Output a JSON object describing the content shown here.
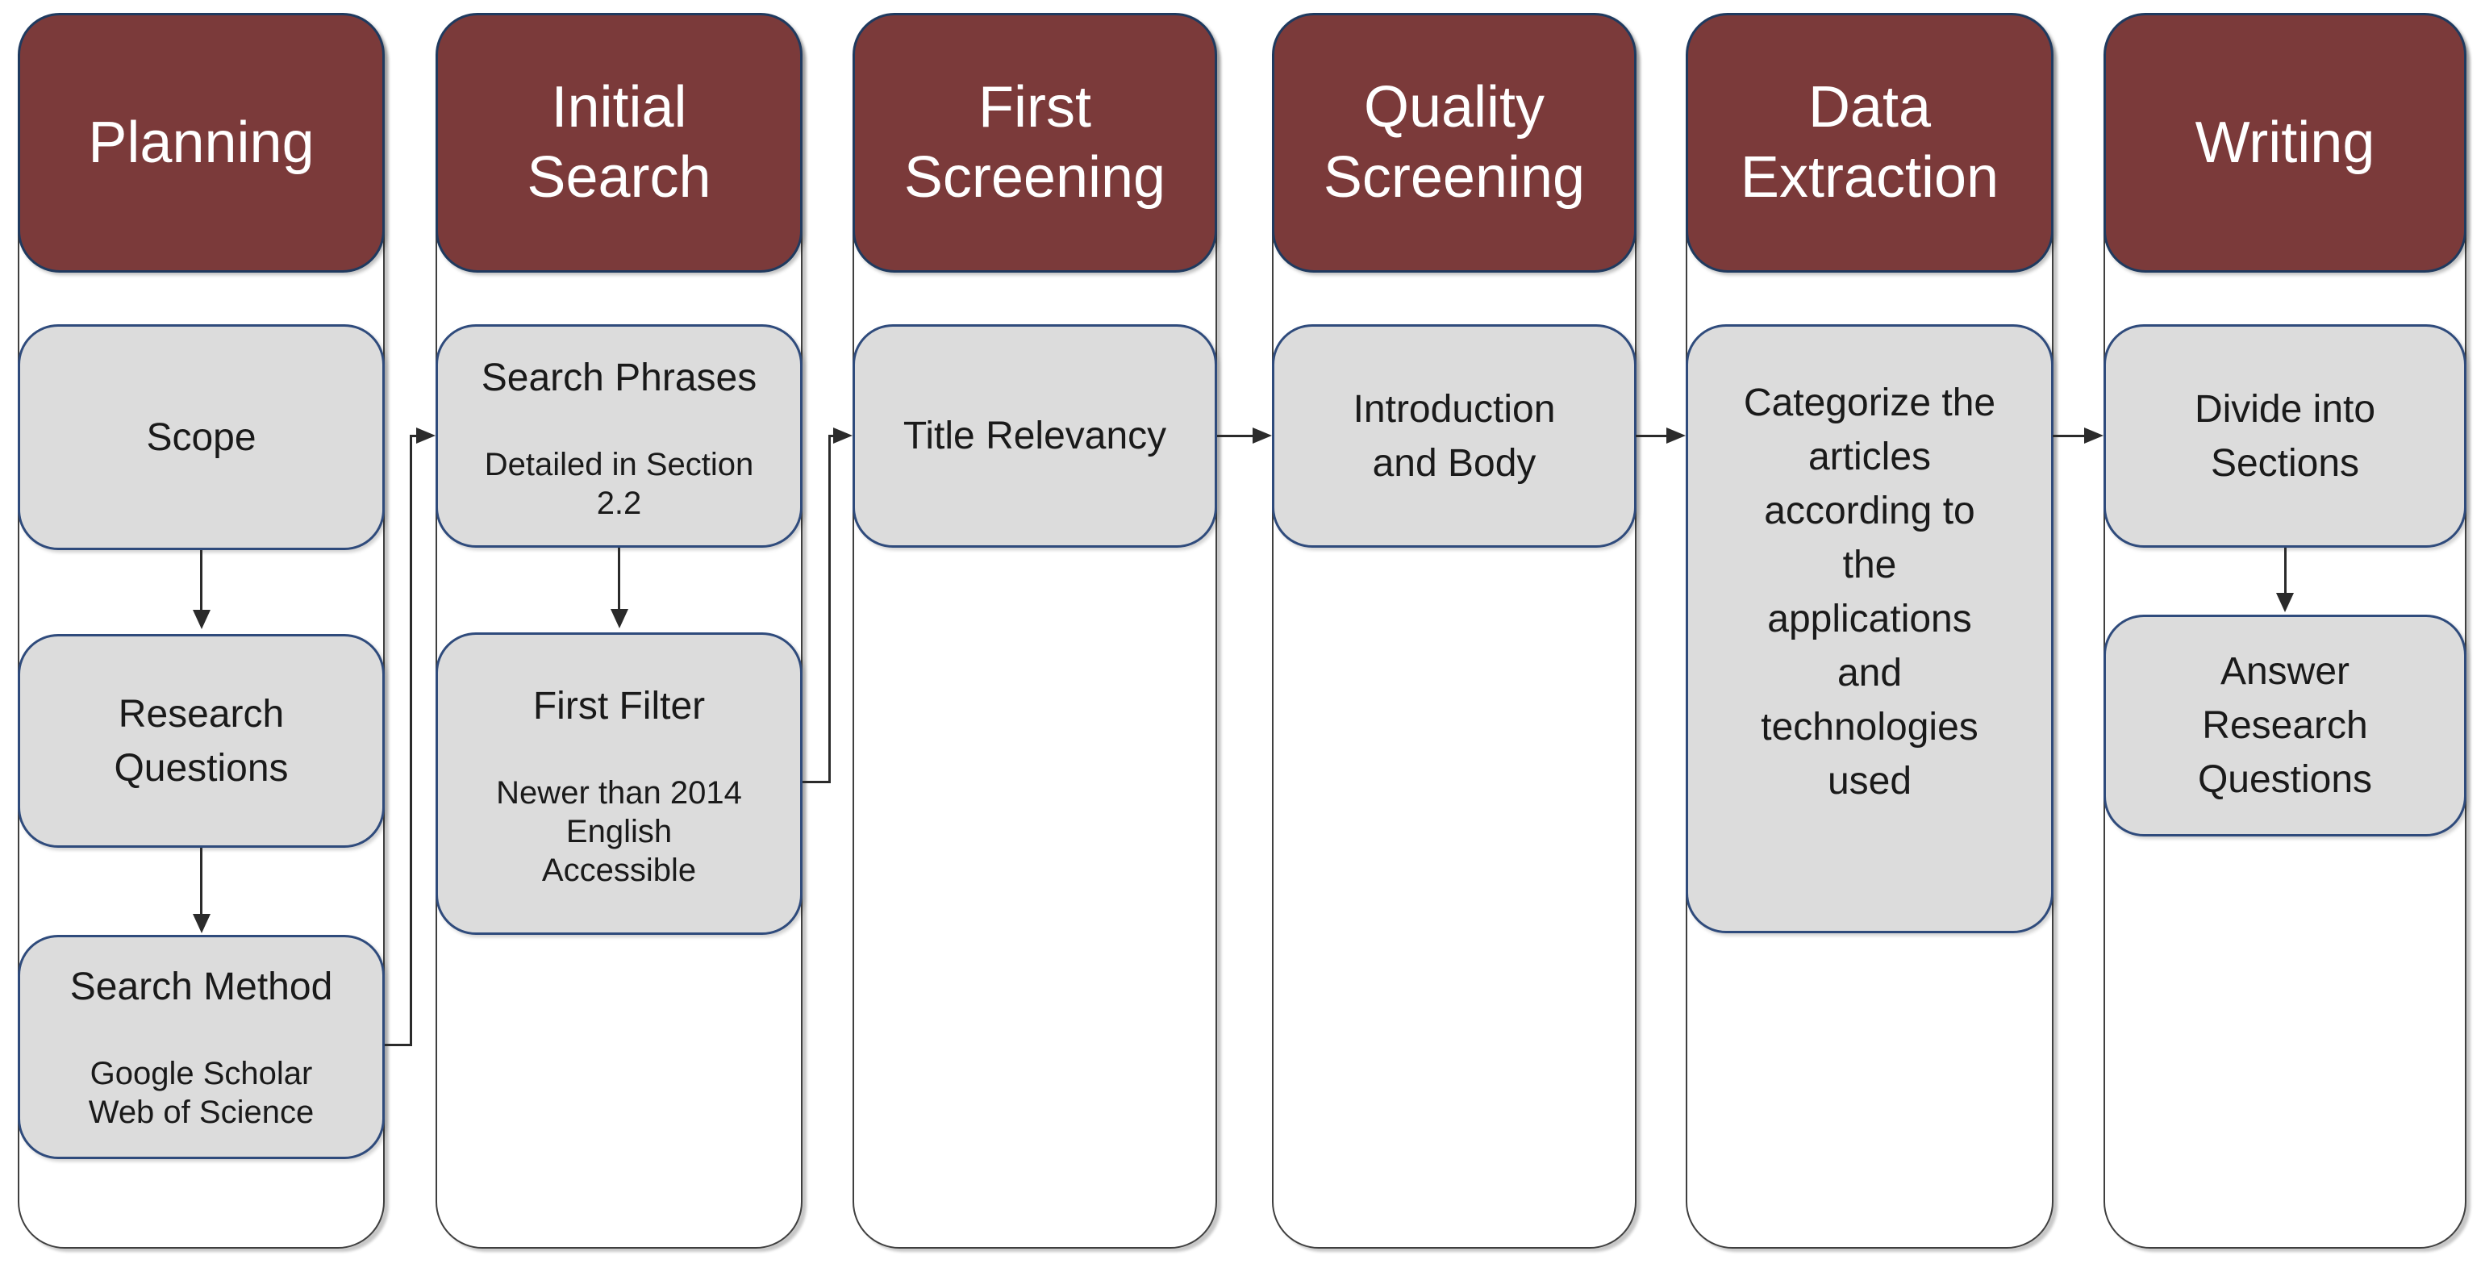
{
  "colors": {
    "stage_fill": "#7b3a3a",
    "stage_border": "#1f3a5f",
    "stage_text": "#ffffff",
    "box_fill": "#dcdcdc",
    "box_border": "#2f4b7c",
    "box_text": "#1a1a1a",
    "frame_border": "#3f3f3f",
    "line": "#2b2b2b"
  },
  "columns": [
    {
      "header": "Planning",
      "boxes": [
        {
          "title": "Scope"
        },
        {
          "title": "Research\nQuestions"
        },
        {
          "title": "Search Method",
          "subtitle": "Google Scholar\nWeb of Science"
        }
      ]
    },
    {
      "header": "Initial\nSearch",
      "boxes": [
        {
          "title": "Search Phrases",
          "subtitle": "Detailed in Section\n2.2"
        },
        {
          "title": "First Filter",
          "subtitle": "Newer than 2014\nEnglish\nAccessible"
        }
      ]
    },
    {
      "header": "First\nScreening",
      "boxes": [
        {
          "title": "Title Relevancy"
        }
      ]
    },
    {
      "header": "Quality\nScreening",
      "boxes": [
        {
          "title": "Introduction\nand Body"
        }
      ]
    },
    {
      "header": "Data\nExtraction",
      "boxes": [
        {
          "title": "Categorize the\narticles\naccording to\nthe\napplications\nand\ntechnologies\nused"
        }
      ]
    },
    {
      "header": "Writing",
      "boxes": [
        {
          "title": "Divide into\nSections"
        },
        {
          "title": "Answer\nResearch\nQuestions"
        }
      ]
    }
  ]
}
